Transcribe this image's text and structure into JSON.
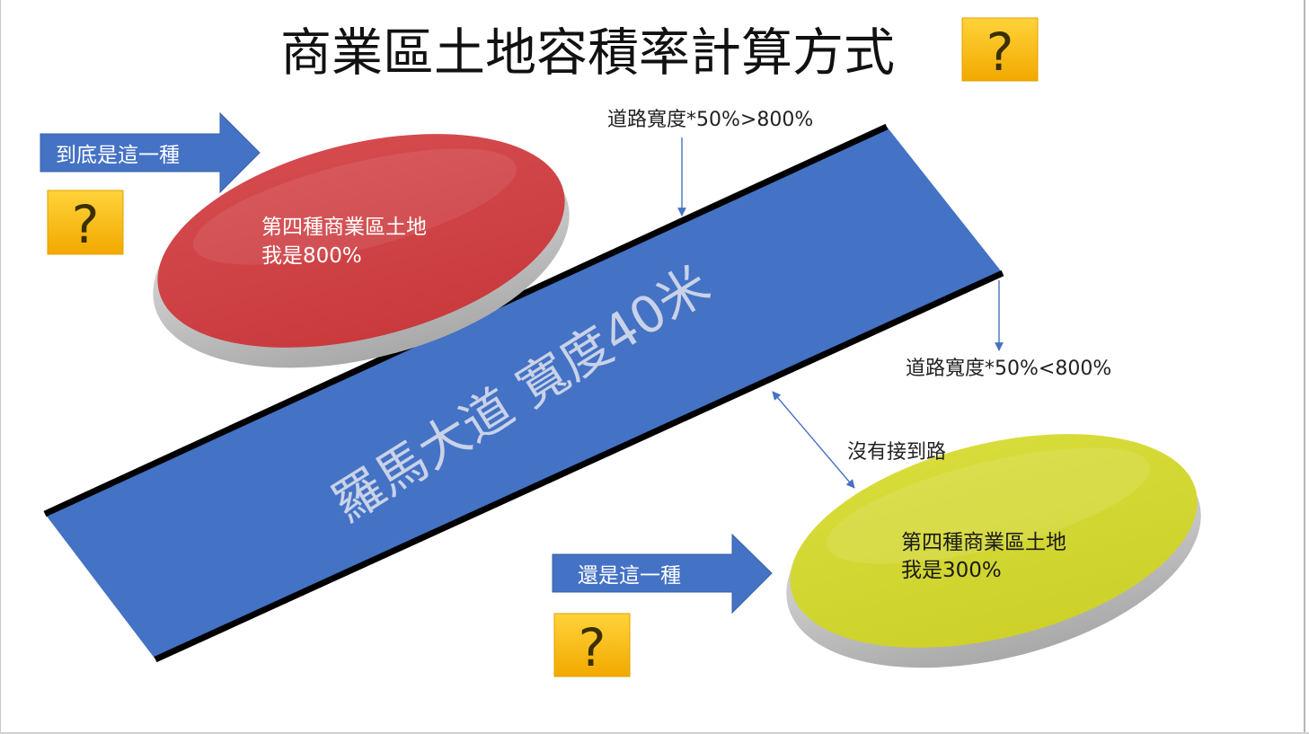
{
  "slide_title": "商業區土地容積率計算方式",
  "question_mark": "?",
  "road_label": "羅馬大道 寬度40米",
  "top_arrow_label": "到底是這一種",
  "bottom_arrow_label": "還是這一種",
  "red_zone": {
    "line1": "第四種商業區土地",
    "line2": "我是800%",
    "color": "#d03a3e"
  },
  "yellow_zone": {
    "line1": "第四種商業區土地",
    "line2": "我是300%",
    "color": "#d6db2c"
  },
  "annotation_top": "道路寬度*50%>800%",
  "annotation_right": "道路寬度*50%<800%",
  "annotation_gap": "沒有接到路",
  "colors": {
    "road": "#4472c4",
    "arrow": "#4472c4",
    "question_box": "#ffc000",
    "edge": "#000000"
  }
}
